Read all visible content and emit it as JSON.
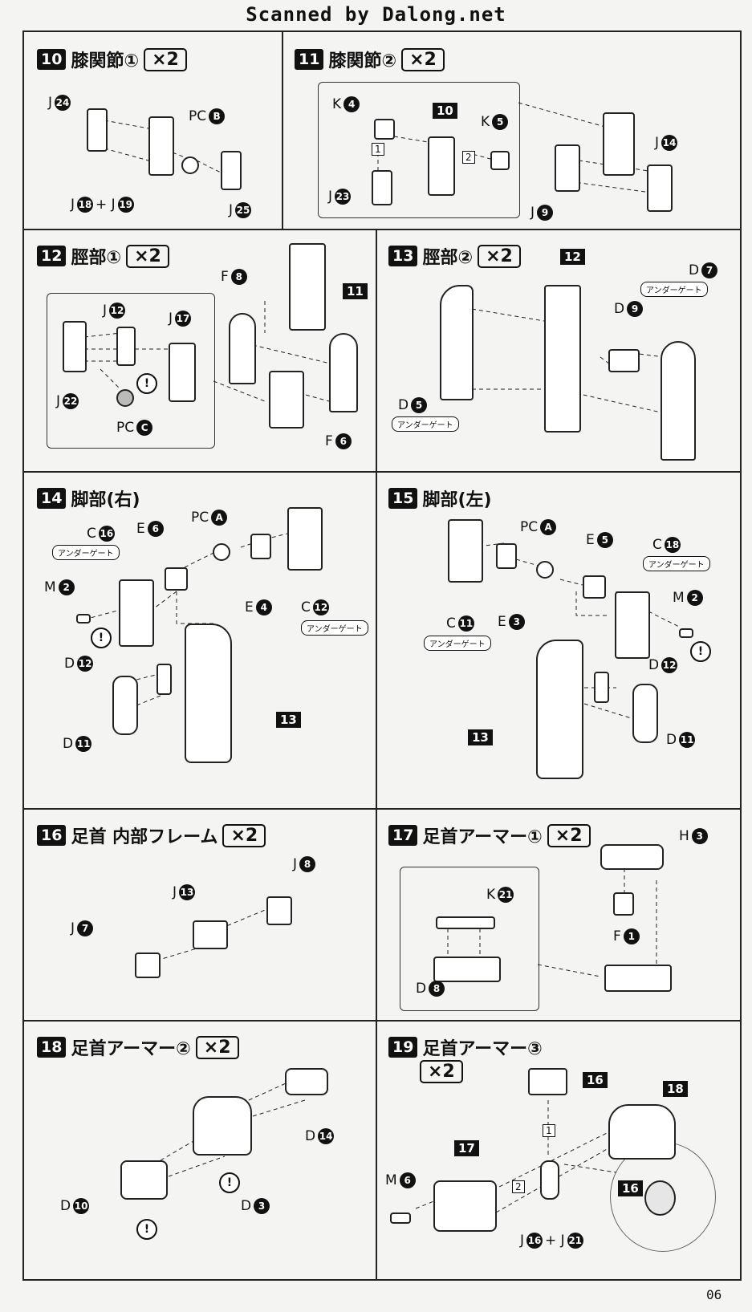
{
  "header": {
    "watermark": "Scanned by Dalong.net"
  },
  "page_number": "06",
  "steps": {
    "s10": {
      "num": "10",
      "title": "膝関節①",
      "mult": "×2",
      "labels": {
        "a": "J",
        "a_n": "24",
        "b": "PC",
        "b_n": "B",
        "c": "J",
        "c_n": "18",
        "c2": "+ J",
        "c2_n": "19",
        "d": "J",
        "d_n": "25"
      }
    },
    "s11": {
      "num": "11",
      "title": "膝関節②",
      "mult": "×2",
      "labels": {
        "a": "K",
        "a_n": "4",
        "b": "K",
        "b_n": "5",
        "c": "J",
        "c_n": "23",
        "d": "J",
        "d_n": "14",
        "e": "J",
        "e_n": "9",
        "ref": "10",
        "seq1": "1",
        "seq2": "2"
      }
    },
    "s12": {
      "num": "12",
      "title": "脛部①",
      "mult": "×2",
      "labels": {
        "a": "J",
        "a_n": "12",
        "b": "J",
        "b_n": "17",
        "c": "J",
        "c_n": "22",
        "d": "PC",
        "d_n": "C",
        "e": "F",
        "e_n": "8",
        "f": "F",
        "f_n": "6",
        "ref": "11",
        "warn": "!"
      }
    },
    "s13": {
      "num": "13",
      "title": "脛部②",
      "mult": "×2",
      "labels": {
        "a": "D",
        "a_n": "7",
        "b": "D",
        "b_n": "9",
        "c": "D",
        "c_n": "5",
        "ref": "12",
        "gate": "アンダーゲート"
      }
    },
    "s14": {
      "num": "14",
      "title": "脚部(右)",
      "labels": {
        "a": "C",
        "a_n": "16",
        "b": "E",
        "b_n": "6",
        "c": "PC",
        "c_n": "A",
        "d": "M",
        "d_n": "2",
        "e": "E",
        "e_n": "4",
        "f": "C",
        "f_n": "12",
        "g": "D",
        "g_n": "12",
        "h": "D",
        "h_n": "11",
        "ref": "13",
        "gate": "アンダーゲート",
        "warn": "!"
      }
    },
    "s15": {
      "num": "15",
      "title": "脚部(左)",
      "labels": {
        "a": "PC",
        "a_n": "A",
        "b": "E",
        "b_n": "5",
        "c": "C",
        "c_n": "18",
        "d": "M",
        "d_n": "2",
        "e": "C",
        "e_n": "11",
        "f": "E",
        "f_n": "3",
        "g": "D",
        "g_n": "12",
        "h": "D",
        "h_n": "11",
        "ref": "13",
        "gate": "アンダーゲート",
        "warn": "!"
      }
    },
    "s16": {
      "num": "16",
      "title": "足首 内部フレーム",
      "mult": "×2",
      "labels": {
        "a": "J",
        "a_n": "8",
        "b": "J",
        "b_n": "13",
        "c": "J",
        "c_n": "7"
      }
    },
    "s17": {
      "num": "17",
      "title": "足首アーマー①",
      "mult": "×2",
      "labels": {
        "a": "H",
        "a_n": "3",
        "b": "K",
        "b_n": "21",
        "c": "F",
        "c_n": "1",
        "d": "D",
        "d_n": "8"
      }
    },
    "s18": {
      "num": "18",
      "title": "足首アーマー②",
      "mult": "×2",
      "labels": {
        "a": "D",
        "a_n": "14",
        "b": "D",
        "b_n": "10",
        "c": "D",
        "c_n": "3",
        "warn": "!"
      }
    },
    "s19": {
      "num": "19",
      "title": "足首アーマー③",
      "mult": "×2",
      "labels": {
        "a": "M",
        "a_n": "6",
        "b": "J",
        "b_n": "16",
        "b2": "+ J",
        "b2_n": "21",
        "ref16": "16",
        "ref17": "17",
        "ref18": "18",
        "seq1": "1",
        "seq2": "2"
      }
    }
  }
}
